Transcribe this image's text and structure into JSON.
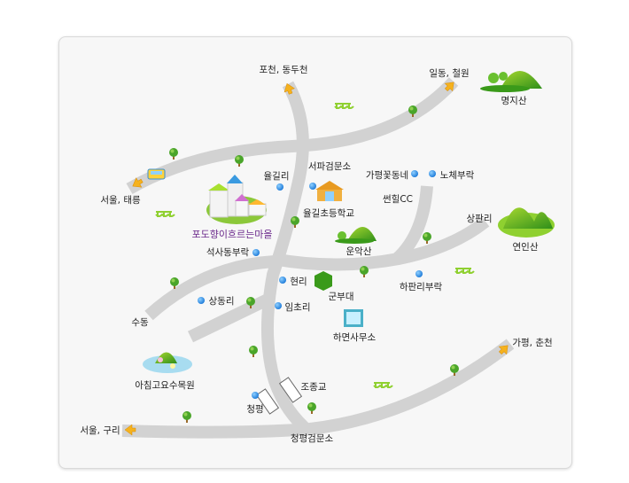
{
  "map": {
    "title_village": "포도향이흐르는마을",
    "directions": {
      "pocheon": "포천, 동두천",
      "ildong": "일동, 철원",
      "seoul_taereung": "서울, 태릉",
      "seoul_guri": "서울, 구리",
      "gapyeong_chuncheon": "가평, 춘천",
      "sudong": "수동"
    },
    "mountains": {
      "myeongji": "명지산",
      "yeonin": "연인산",
      "unak": "운악산"
    },
    "places": {
      "yulgil": "율길리",
      "seopa_checkpoint": "서파검문소",
      "kkotdongne": "가평꽃동네",
      "noche": "노체부락",
      "sunhill": "썬힐CC",
      "yulgil_school": "율길초등학교",
      "sangpan": "상판리",
      "seoksadong": "석사동부락",
      "hyeonri": "현리",
      "military": "군부대",
      "hapanri": "하판리부락",
      "sangdong": "상동리",
      "imcho": "임초리",
      "hamyeon_office": "하면사무소",
      "morning_calm": "아침고요수목원",
      "jojong_bridge": "조종교",
      "cheongpyeong": "청평",
      "cheongpyeong_checkpoint": "청평검문소"
    },
    "colors": {
      "road": "#d2d2d2",
      "dot": "#2a8ee8",
      "village_label": "#6b2a8c",
      "arrow": "#f5b21e"
    }
  }
}
